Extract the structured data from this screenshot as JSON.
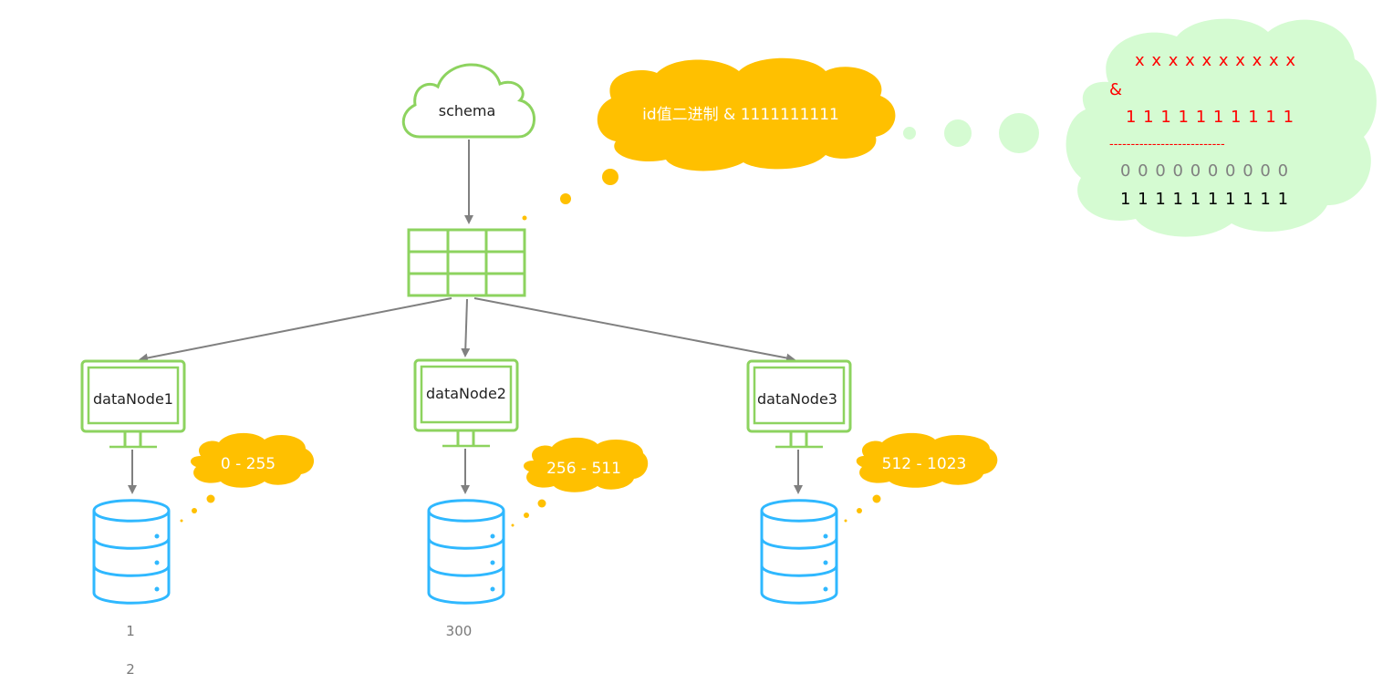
{
  "colors": {
    "green_stroke": "#8dd35f",
    "orange_cloud": "#ffc000",
    "light_green_cloud": "#d5fbd2",
    "db_blue": "#2fb8ff",
    "arrow_grey": "#808080",
    "red_text": "#ff0000",
    "grey_text": "#808080",
    "black_text": "#000000"
  },
  "schema": {
    "label": "schema",
    "icon": "cloud-icon"
  },
  "table": {
    "icon": "table-grid-icon"
  },
  "rule_bubble": {
    "text": "id值二进制 & 1111111111"
  },
  "calc_bubble": {
    "operand": "x x x x x x x x x x",
    "operator": "&",
    "mask": "1 1 1 1 1 1 1 1 1 1",
    "divider": "---------------------------",
    "result_min": "0 0 0 0 0 0 0 0 0 0",
    "result_max": "1 1 1 1 1 1 1 1 1 1"
  },
  "nodes": [
    {
      "label": "dataNode1",
      "range": "0 - 255",
      "icon": "monitor-icon",
      "db_icon": "database-icon"
    },
    {
      "label": "dataNode2",
      "range": "256 - 511",
      "icon": "monitor-icon",
      "db_icon": "database-icon"
    },
    {
      "label": "dataNode3",
      "range": "512 - 1023",
      "icon": "monitor-icon",
      "db_icon": "database-icon"
    }
  ],
  "samples": {
    "node1": [
      "1",
      "2"
    ],
    "node2": [
      "300"
    ]
  }
}
